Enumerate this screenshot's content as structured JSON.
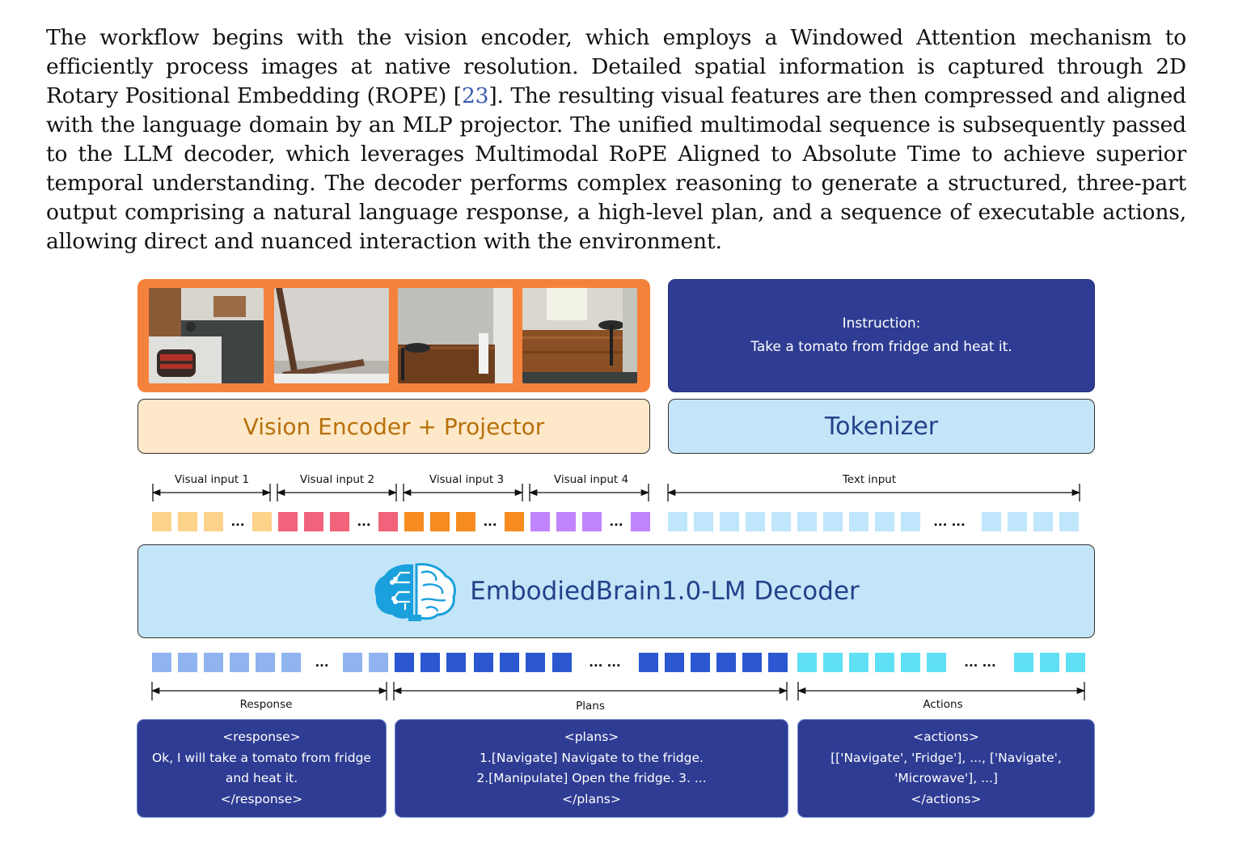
{
  "paragraph": {
    "before_citation": "The workflow begins with the vision encoder, which employs a Windowed Attention mechanism to efficiently process images at native resolution. Detailed spatial information is captured through 2D Rotary Positional Embedding (ROPE) [",
    "citation": "23",
    "after_citation": "]. The resulting visual features are then compressed and aligned with the language domain by an MLP projector. The unified multimodal sequence is subsequently passed to the LLM decoder, which leverages Multimodal RoPE Aligned to Absolute Time to achieve superior temporal understanding. The decoder performs complex reasoning to generate a structured, three-part output comprising a natural language response, a high-level plan, and a sequence of executable actions, allowing direct and nuanced interaction with the environment."
  },
  "figure": {
    "instruction": {
      "heading": "Instruction:",
      "text": "Take a tomato from fridge and heat it."
    },
    "vision_encoder_label": "Vision Encoder + Projector",
    "tokenizer_label": "Tokenizer",
    "input_spans": {
      "visual_1": "Visual input 1",
      "visual_2": "Visual input 2",
      "visual_3": "Visual input 3",
      "visual_4": "Visual input 4",
      "text": "Text input"
    },
    "ellipsis_short": "...",
    "ellipsis_long": "... ...",
    "decoder_label": "EmbodiedBrain1.0-LM Decoder",
    "output_spans": {
      "response": "Response",
      "plans": "Plans",
      "actions": "Actions"
    },
    "outputs": {
      "response": [
        "<response>",
        "Ok, I will take a tomato from fridge",
        "and heat it.",
        "</response>"
      ],
      "plans": [
        "<plans>",
        "1.[Navigate] Navigate to the fridge.",
        "2.[Manipulate] Open the fridge. 3. ...",
        "</plans>"
      ],
      "actions": [
        "<actions>",
        "[['Navigate', 'Fridge'], ..., ['Navigate',",
        "'Microwave'], ...]",
        "</actions>"
      ]
    },
    "colors": {
      "visual_1_token": "#fdd28a",
      "visual_2_token": "#f0637a",
      "visual_3_token": "#f68b1f",
      "visual_4_token": "#c084fc",
      "text_token": "#bfe6fb",
      "response_token": "#8fb4f0",
      "plans_token": "#2b57d0",
      "actions_token": "#5fe0f5",
      "output_box": "#2e3c93",
      "image_frame": "#f5823c"
    }
  }
}
